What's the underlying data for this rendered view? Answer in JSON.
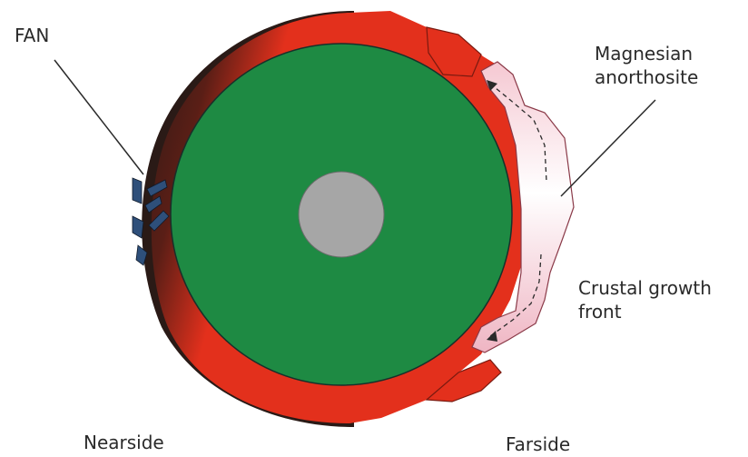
{
  "labels": {
    "fan": "FAN",
    "magnesian_line1": "Magnesian",
    "magnesian_line2": "anorthosite",
    "crustal_line1": "Crustal growth",
    "crustal_line2": "front",
    "nearside": "Nearside",
    "farside": "Farside"
  },
  "colors": {
    "mantle": "#1e8a43",
    "core": "#a6a6a6",
    "crust": "#e3301c",
    "dark_crust": "#2a1a16",
    "anorthosite": "#fbe8ec",
    "fan_marks": "#2e4f7a",
    "lines": "#2a2a2a"
  }
}
